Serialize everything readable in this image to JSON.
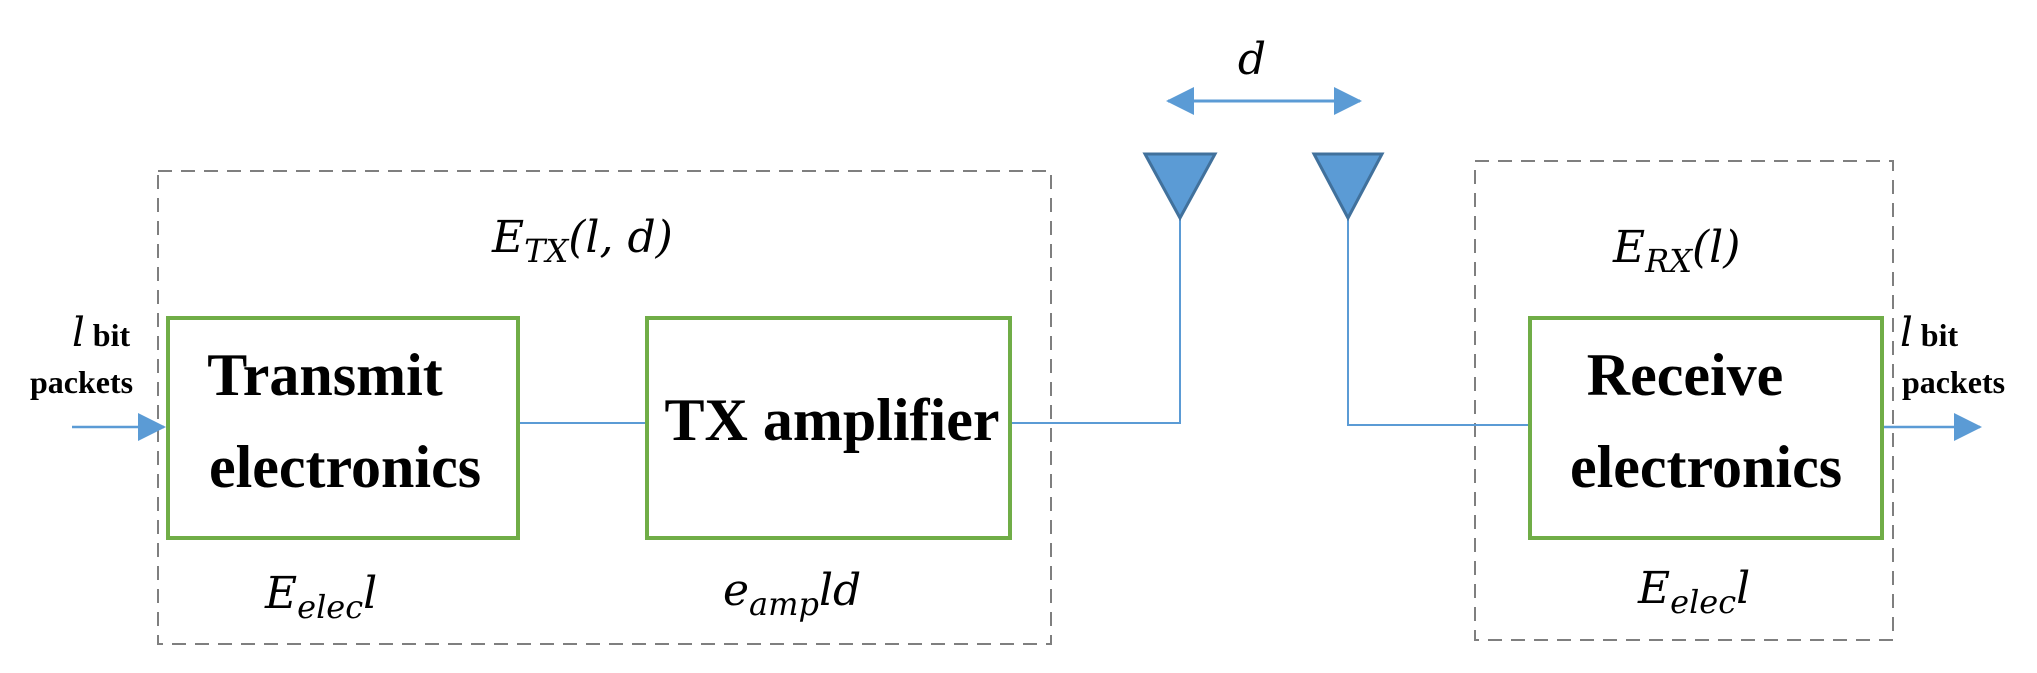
{
  "distance": {
    "symbol": "d"
  },
  "transmitter": {
    "energy_label": {
      "main": "E",
      "sub": "TX",
      "args": "(l, d)"
    },
    "input": {
      "l": "l",
      "bit": "bit",
      "packets": "packets"
    },
    "electronics_block": {
      "line1": "Transmit",
      "line2": "electronics"
    },
    "electronics_energy": {
      "main": "E",
      "sub": "elec",
      "tail": "l"
    },
    "amplifier_block": {
      "label": "TX amplifier"
    },
    "amplifier_energy": {
      "main": "e",
      "sub": "amp",
      "tail": "ld"
    }
  },
  "receiver": {
    "energy_label": {
      "main": "E",
      "sub": "RX",
      "args": "(l)"
    },
    "electronics_block": {
      "line1": "Receive",
      "line2": "electronics"
    },
    "electronics_energy": {
      "main": "E",
      "sub": "elec",
      "tail": "l"
    },
    "output": {
      "l": "l",
      "bit": "bit",
      "packets": "packets"
    }
  },
  "colors": {
    "block_border": "#70ad47",
    "wire": "#5b9bd5",
    "antenna_fill": "#5b9bd5",
    "antenna_edge": "#41719c",
    "dashed_box": "#7f7f7f"
  }
}
